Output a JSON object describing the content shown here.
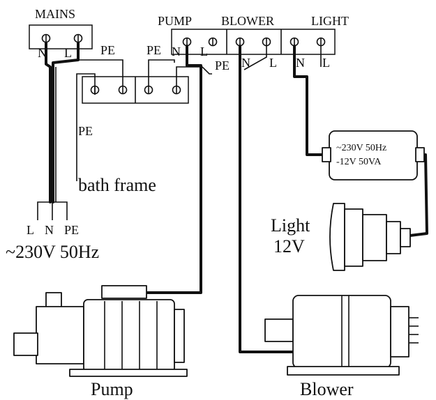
{
  "terminals": {
    "mains": {
      "title": "MAINS",
      "n": "N",
      "l": "L",
      "pe": "PE"
    },
    "pe_block": {
      "pe": "PE"
    },
    "pump": {
      "title": "PUMP",
      "n": "N",
      "l": "L",
      "pe": "PE"
    },
    "blower": {
      "title": "BLOWER",
      "n": "N",
      "l": "L"
    },
    "light": {
      "title": "LIGHT",
      "n": "N",
      "l": "L"
    }
  },
  "labels": {
    "pe_wire": "PE",
    "bath_frame": "bath frame",
    "supply_l": "L",
    "supply_n": "N",
    "supply_pe": "PE",
    "supply_voltage": "~230V 50Hz",
    "light_label_1": "Light",
    "light_label_2": "12V",
    "pump": "Pump",
    "blower": "Blower"
  },
  "transformer": {
    "line1": "~230V 50Hz",
    "line2": "-12V 50VA"
  }
}
